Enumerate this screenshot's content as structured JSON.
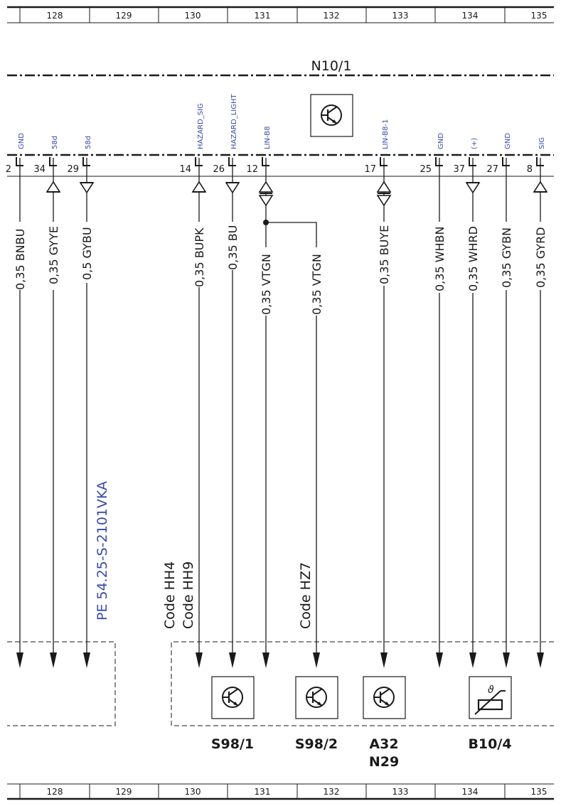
{
  "grid": {
    "columns": [
      "128",
      "129",
      "130",
      "131",
      "132",
      "133",
      "134",
      "135"
    ]
  },
  "module": {
    "name": "N10/1"
  },
  "pins": [
    {
      "id": "p1",
      "number": "2",
      "signal": "GND",
      "arrow": "none",
      "wire": "0,35 BNBU"
    },
    {
      "id": "p2",
      "number": "34",
      "signal": "58d",
      "arrow": "up",
      "wire": "0,35 GYYE"
    },
    {
      "id": "p3",
      "number": "29",
      "signal": "58d",
      "arrow": "down",
      "wire": "0,5 GYBU"
    },
    {
      "id": "p4",
      "number": "14",
      "signal": "HAZARD_SIG",
      "arrow": "up",
      "wire": "0,35 BUPK"
    },
    {
      "id": "p5",
      "number": "26",
      "signal": "HAZARD_LIGHT",
      "arrow": "down",
      "wire": "0,35 BU"
    },
    {
      "id": "p6",
      "number": "12",
      "signal": "LIN-B8",
      "arrow": "both",
      "wire": "0,35 VTGN"
    },
    {
      "id": "p7",
      "number": "17",
      "signal": "LIN-B8-1",
      "arrow": "both",
      "wire": "0,35 BUYE"
    },
    {
      "id": "p8",
      "number": "25",
      "signal": "GND",
      "arrow": "none",
      "wire": "0,35 WHBN"
    },
    {
      "id": "p9",
      "number": "37",
      "signal": "(+)",
      "arrow": "down",
      "wire": "0,35 WHRD"
    },
    {
      "id": "p10",
      "number": "27",
      "signal": "GND",
      "arrow": "none",
      "wire": "0,35 GYBN"
    },
    {
      "id": "p11",
      "number": "8",
      "signal": "SIG",
      "arrow": "up",
      "wire": "0,35 GYRD"
    }
  ],
  "branch": {
    "wire": "0,35 VTGN",
    "code": "Code HZ7"
  },
  "connector_ref": "PE 54.25-S-2101VKA",
  "codes_left": [
    "Code HH4",
    "Code HH9"
  ],
  "components": [
    {
      "name": "S98/1",
      "icon": "transistor-icon"
    },
    {
      "name": "S98/2",
      "icon": "transistor-icon"
    },
    {
      "name": "A32",
      "name2": "N29",
      "icon": "transistor-icon"
    },
    {
      "name": "B10/4",
      "icon": "temperature-sensor-icon"
    }
  ],
  "colors": {
    "line": "#1a1a1a",
    "label_blue": "#3b4aa8"
  }
}
